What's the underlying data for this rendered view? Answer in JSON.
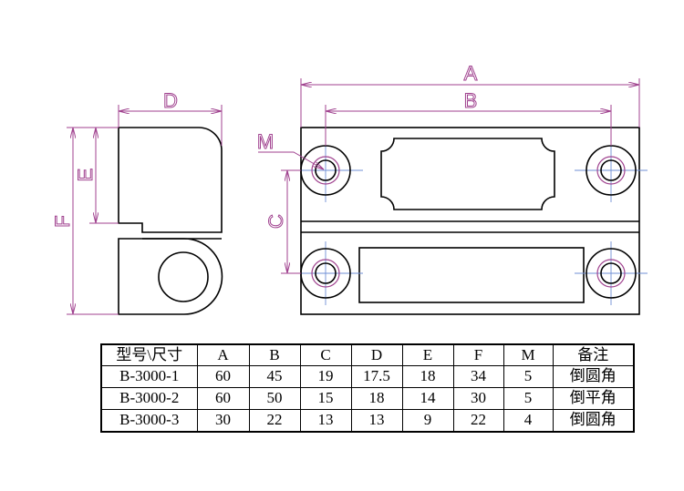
{
  "colors": {
    "line": "#000000",
    "dimension": "#a0428f",
    "center_line": "#6f8fd6"
  },
  "drawing": {
    "side_view": {
      "dim_width": "D",
      "dim_upper_height": "E",
      "dim_total_height": "F"
    },
    "front_view": {
      "dim_total_width": "A",
      "dim_hole_spacing": "B",
      "dim_hole_vertical": "C",
      "thread_label": "M"
    }
  },
  "table": {
    "header": [
      "型号\\尺寸",
      "A",
      "B",
      "C",
      "D",
      "E",
      "F",
      "M",
      "备注"
    ],
    "rows": [
      [
        "B-3000-1",
        "60",
        "45",
        "19",
        "17.5",
        "18",
        "34",
        "5",
        "倒圆角"
      ],
      [
        "B-3000-2",
        "60",
        "50",
        "15",
        "18",
        "14",
        "30",
        "5",
        "倒平角"
      ],
      [
        "B-3000-3",
        "30",
        "22",
        "13",
        "13",
        "9",
        "22",
        "4",
        "倒圆角"
      ]
    ]
  }
}
